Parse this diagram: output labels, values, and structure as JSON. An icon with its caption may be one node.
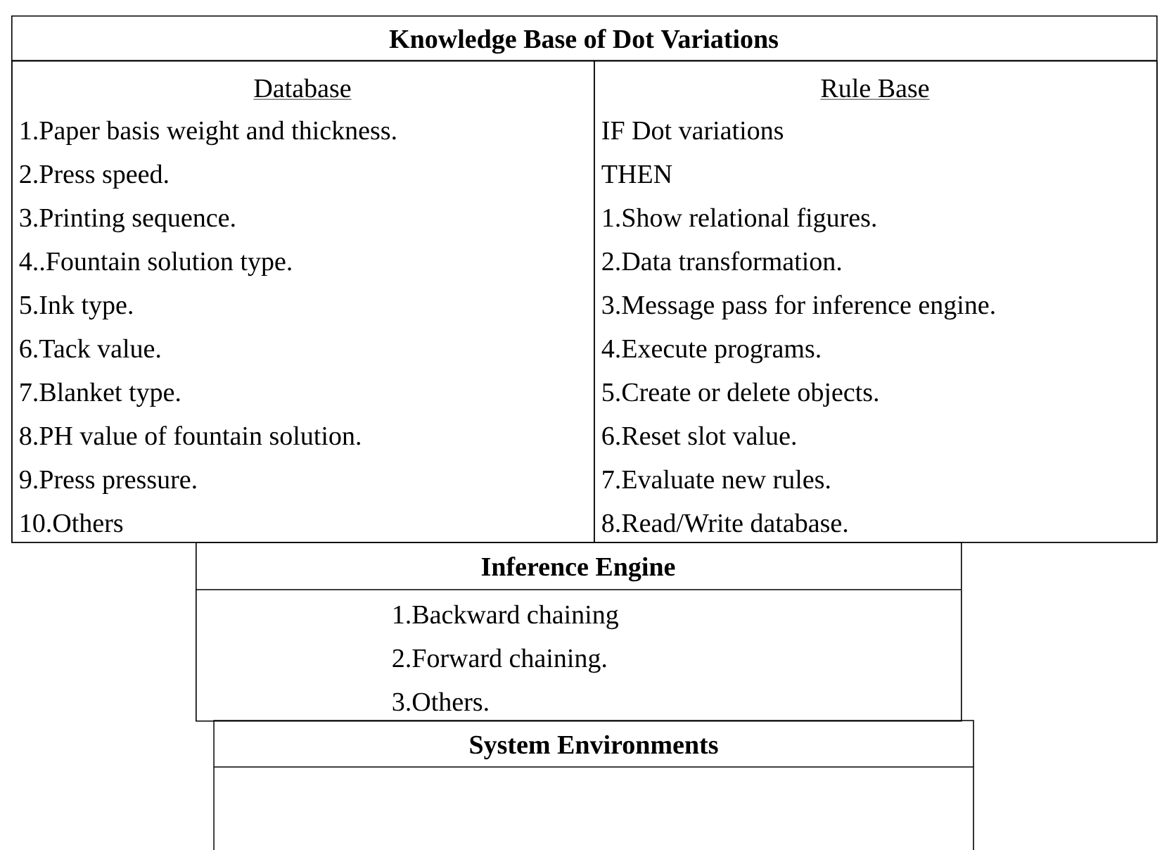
{
  "diagram": {
    "nodes": [
      {
        "text": [
          "Knowledge Base of Dot Variations"
        ]
      },
      {
        "text": [
          "Database",
          "1.Paper basis weight and thickness.",
          "2.Press speed.",
          "3.Printing sequence.",
          "4..Fountain solution type.",
          "5.Ink type.",
          "6.Tack value.",
          "7.Blanket type.",
          "8.PH value of fountain solution.",
          "9.Press pressure.",
          "10.Others"
        ],
        "in": 0
      },
      {
        "text": [
          "Rule Base",
          "IF Dot variations",
          "THEN",
          "1.Show relational figures.",
          "2.Data transformation.",
          "3.Message pass for inference engine.",
          "4.Execute programs.",
          "5.Create or delete objects.",
          "6.Reset slot value.",
          "7.Evaluate new rules.",
          "8.Read/Write database."
        ],
        "in": 0
      },
      {
        "text": [
          "Inference Engine",
          "1.Backward chaining",
          "2.Forward chaining.",
          "3.Others."
        ]
      },
      {
        "text": [
          "System Environments"
        ]
      }
    ]
  }
}
